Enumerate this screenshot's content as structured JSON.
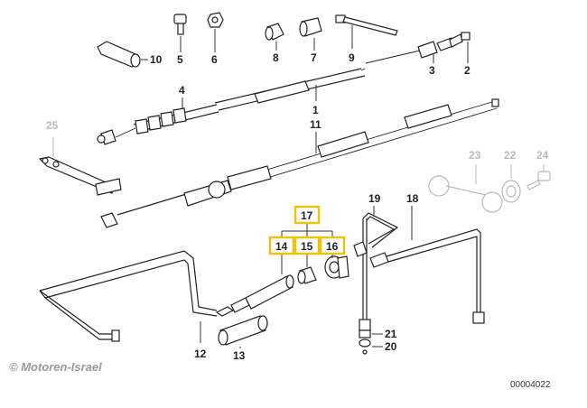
{
  "labels": {
    "l1": "1",
    "l2": "2",
    "l3": "3",
    "l4": "4",
    "l5": "5",
    "l6": "6",
    "l7": "7",
    "l8": "8",
    "l9": "9",
    "l10": "10",
    "l11": "11",
    "l12": "12",
    "l13": "13",
    "l14": "14",
    "l15": "15",
    "l16": "16",
    "l17": "17",
    "l18": "18",
    "l19": "19",
    "l20": "20",
    "l21": "21",
    "l22": "22",
    "l23": "23",
    "l24": "24",
    "l25": "25"
  },
  "highlighted_parts": [
    "14",
    "15",
    "16",
    "17"
  ],
  "greyed_parts": [
    "22",
    "23",
    "24",
    "25"
  ],
  "colors": {
    "highlight": "#f2c200",
    "greyed": "#b9b9b9",
    "ink": "#222222"
  },
  "footer": {
    "copyright": "© Motoren-Israel",
    "diagram_id": "00004022"
  }
}
